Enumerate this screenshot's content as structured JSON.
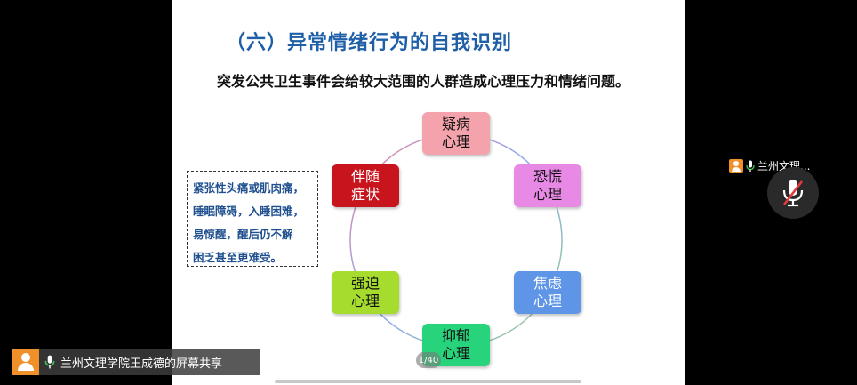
{
  "slide": {
    "title": "（六）异常情绪行为的自我识别",
    "subtitle": "突发公共卫生事件会给较大范围的人群造成心理压力和情绪问题。",
    "nodes": [
      {
        "line1": "疑病",
        "line2": "心理",
        "color": "#f4a3ad"
      },
      {
        "line1": "恐慌",
        "line2": "心理",
        "color": "#e889e6"
      },
      {
        "line1": "焦虑",
        "line2": "心理",
        "color": "#5e95e6"
      },
      {
        "line1": "抑郁",
        "line2": "心理",
        "color": "#27d47b"
      },
      {
        "line1": "强迫",
        "line2": "心理",
        "color": "#a5dc2d"
      },
      {
        "line1": "伴随",
        "line2": "症状",
        "color": "#c8141c"
      }
    ],
    "note": {
      "lines": [
        "紧张性头痛或肌肉痛，",
        "睡眠障碍，入睡困难，",
        "易惊醒，醒后仍不解",
        "困乏甚至更难受。"
      ]
    },
    "page_counter": "1/40"
  },
  "participant": {
    "name": "兰州文理...",
    "avatar_icon": "person-icon",
    "mic_icon": "microphone-icon"
  },
  "mute_button": {
    "icon": "microphone-muted-icon"
  },
  "share_label": {
    "text": "兰州文理学院王成德的屏幕共享",
    "avatar_icon": "person-icon",
    "mic_icon": "microphone-icon"
  }
}
